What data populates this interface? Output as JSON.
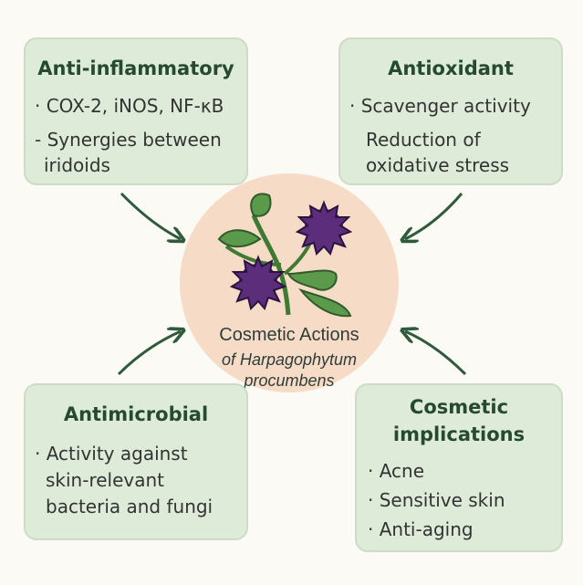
{
  "center": {
    "title": "Cosmetic Actions",
    "subtitle_line1": "of Harpagophytum",
    "subtitle_line2": "procumbens"
  },
  "cards": {
    "anti_inflammatory": {
      "title": "Anti-inflammatory",
      "line1": "· COX-2, iNOS, NF-κB",
      "line2": "- Synergies  between",
      "line3": "iridoids"
    },
    "antioxidant": {
      "title": "Antioxidant",
      "line1": "· Scavenger activity",
      "line2": "Reduction of",
      "line3": "oxidative stress"
    },
    "antimicrobial": {
      "title": "Antimicrobial",
      "line1": "· Activity against",
      "line2": "skin-relevant",
      "line3": "bacteria and fungi"
    },
    "cosmetic": {
      "title_line1": "Cosmetic",
      "title_line2": "implications",
      "item1": "· Acne",
      "item2": "· Sensitive skin",
      "item3": "· Anti-aging"
    }
  },
  "colors": {
    "card_fill": "#deebd8",
    "circle_fill": "#f6dcc6",
    "arrow": "#2f5a3c",
    "fruit": "#5b2d7a",
    "leaf": "#5a9a4a"
  }
}
